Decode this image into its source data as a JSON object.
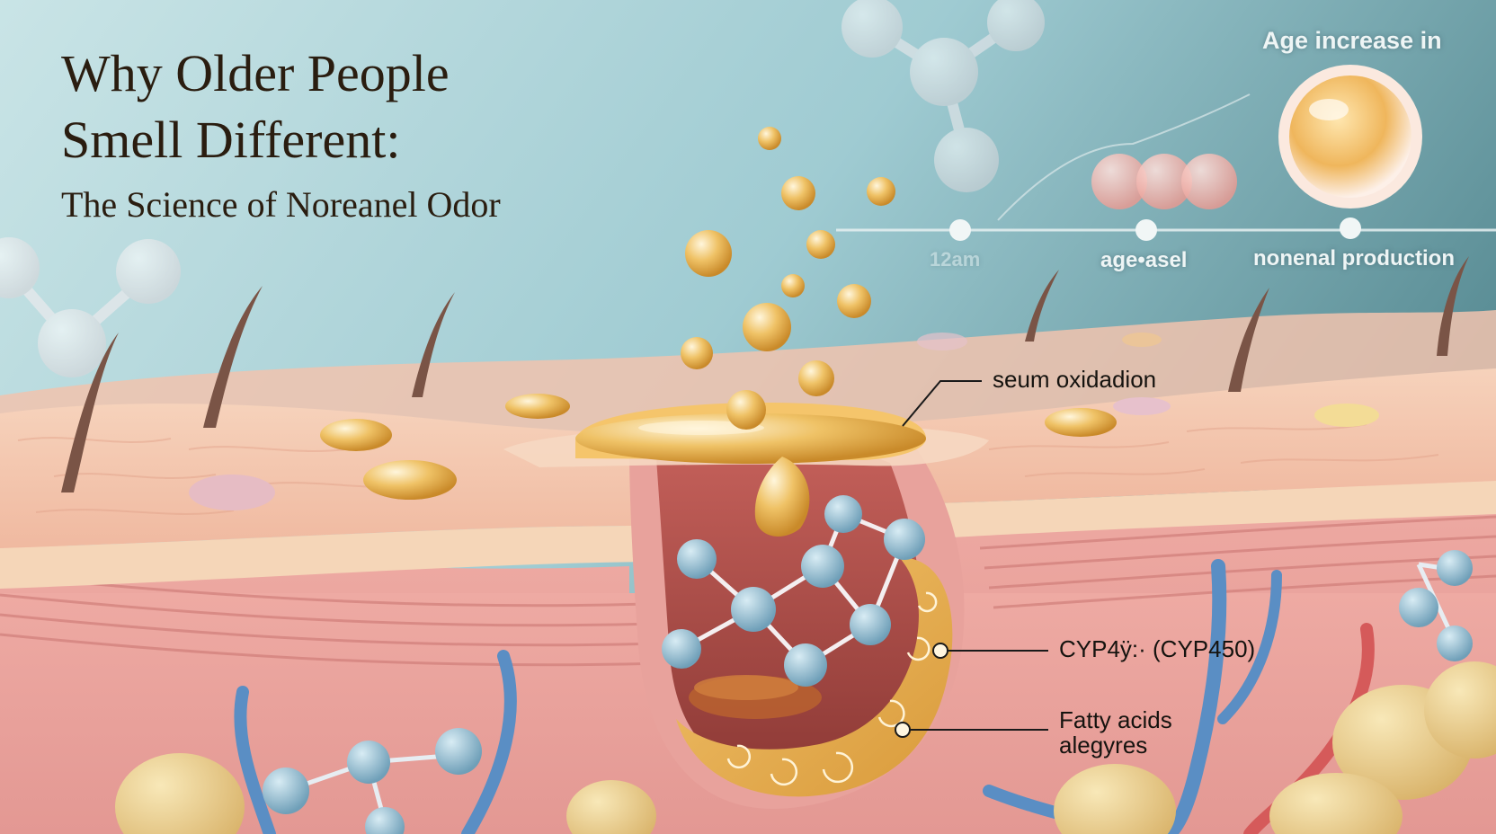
{
  "title": {
    "line1": "Why Older People",
    "line2": "Smell Different:",
    "line3": "The Science of Noreanel Odor"
  },
  "timeline": {
    "heading": "Age increase in",
    "markers": [
      "12am",
      "age•asel",
      "nonenal production"
    ]
  },
  "callouts": {
    "oxidation": "seum oxidadion",
    "enzyme": "CYP4ÿ:· (CYP450)",
    "fatty_line1": "Fatty acids",
    "fatty_line2": "alegyres"
  },
  "colors": {
    "background_top": "#a8d2da",
    "background_bottom": "#5e8f96",
    "skin": "#f3c7ad",
    "dermis": "#e9a6a0",
    "sebum": "#e8b255",
    "molecule_blue": "#86b6cc",
    "vessel_blue": "#5a8ec4",
    "vessel_red": "#d55a5a"
  }
}
